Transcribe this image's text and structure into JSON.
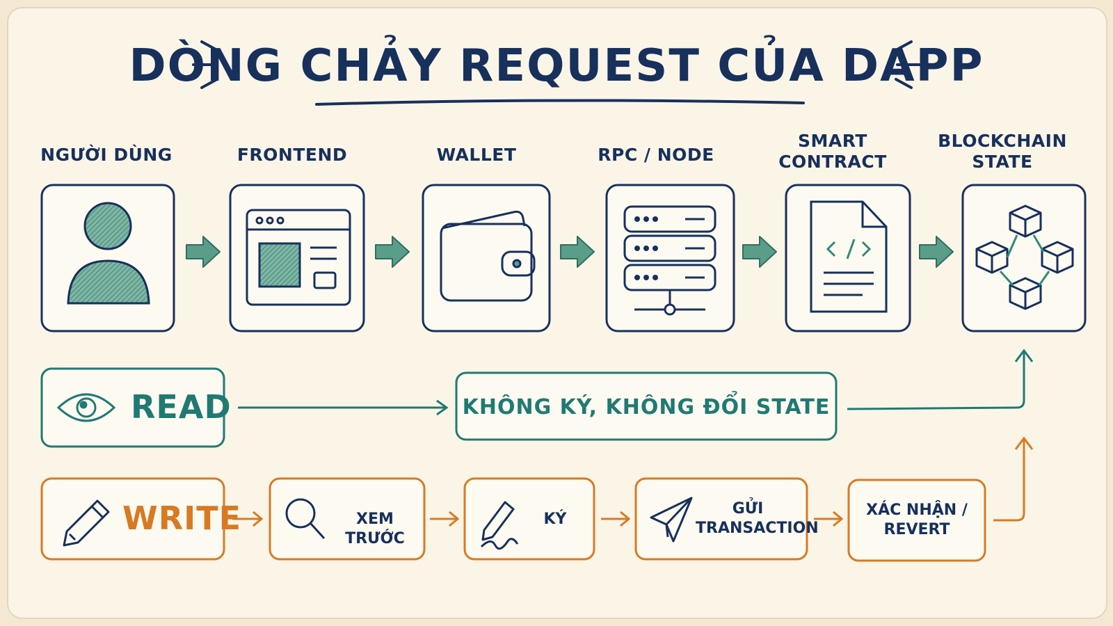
{
  "title": "DÒNG CHẢY REQUEST CỦA DAPP",
  "components": [
    {
      "label": "NGƯỜI DÙNG",
      "icon": "user-icon"
    },
    {
      "label": "FRONTEND",
      "icon": "browser-window-icon"
    },
    {
      "label": "WALLET",
      "icon": "wallet-icon"
    },
    {
      "label": "RPC / NODE",
      "icon": "server-icon"
    },
    {
      "label": "SMART\nCONTRACT",
      "icon": "code-document-icon"
    },
    {
      "label": "BLOCKCHAIN\nSTATE",
      "icon": "blocks-network-icon"
    }
  ],
  "read_flow": {
    "label": "READ",
    "icon": "eye-icon",
    "note": "KHÔNG KÝ, KHÔNG ĐỔI STATE"
  },
  "write_flow": {
    "label": "WRITE",
    "icon": "pencil-icon",
    "steps": [
      {
        "label": "XEM TRƯỚC",
        "icon": "magnifier-icon"
      },
      {
        "label": "KÝ",
        "icon": "signature-pen-icon"
      },
      {
        "label": "GỬI\nTRANSACTION",
        "icon": "paper-plane-icon"
      },
      {
        "label": "XÁC NHẬN /\nREVERT",
        "icon": ""
      }
    ]
  },
  "colors": {
    "navy": "#17305c",
    "teal": "#1f7a72",
    "orange": "#d87a22",
    "icon_fill": "#5a9e8a",
    "background": "#fbf5e8"
  }
}
